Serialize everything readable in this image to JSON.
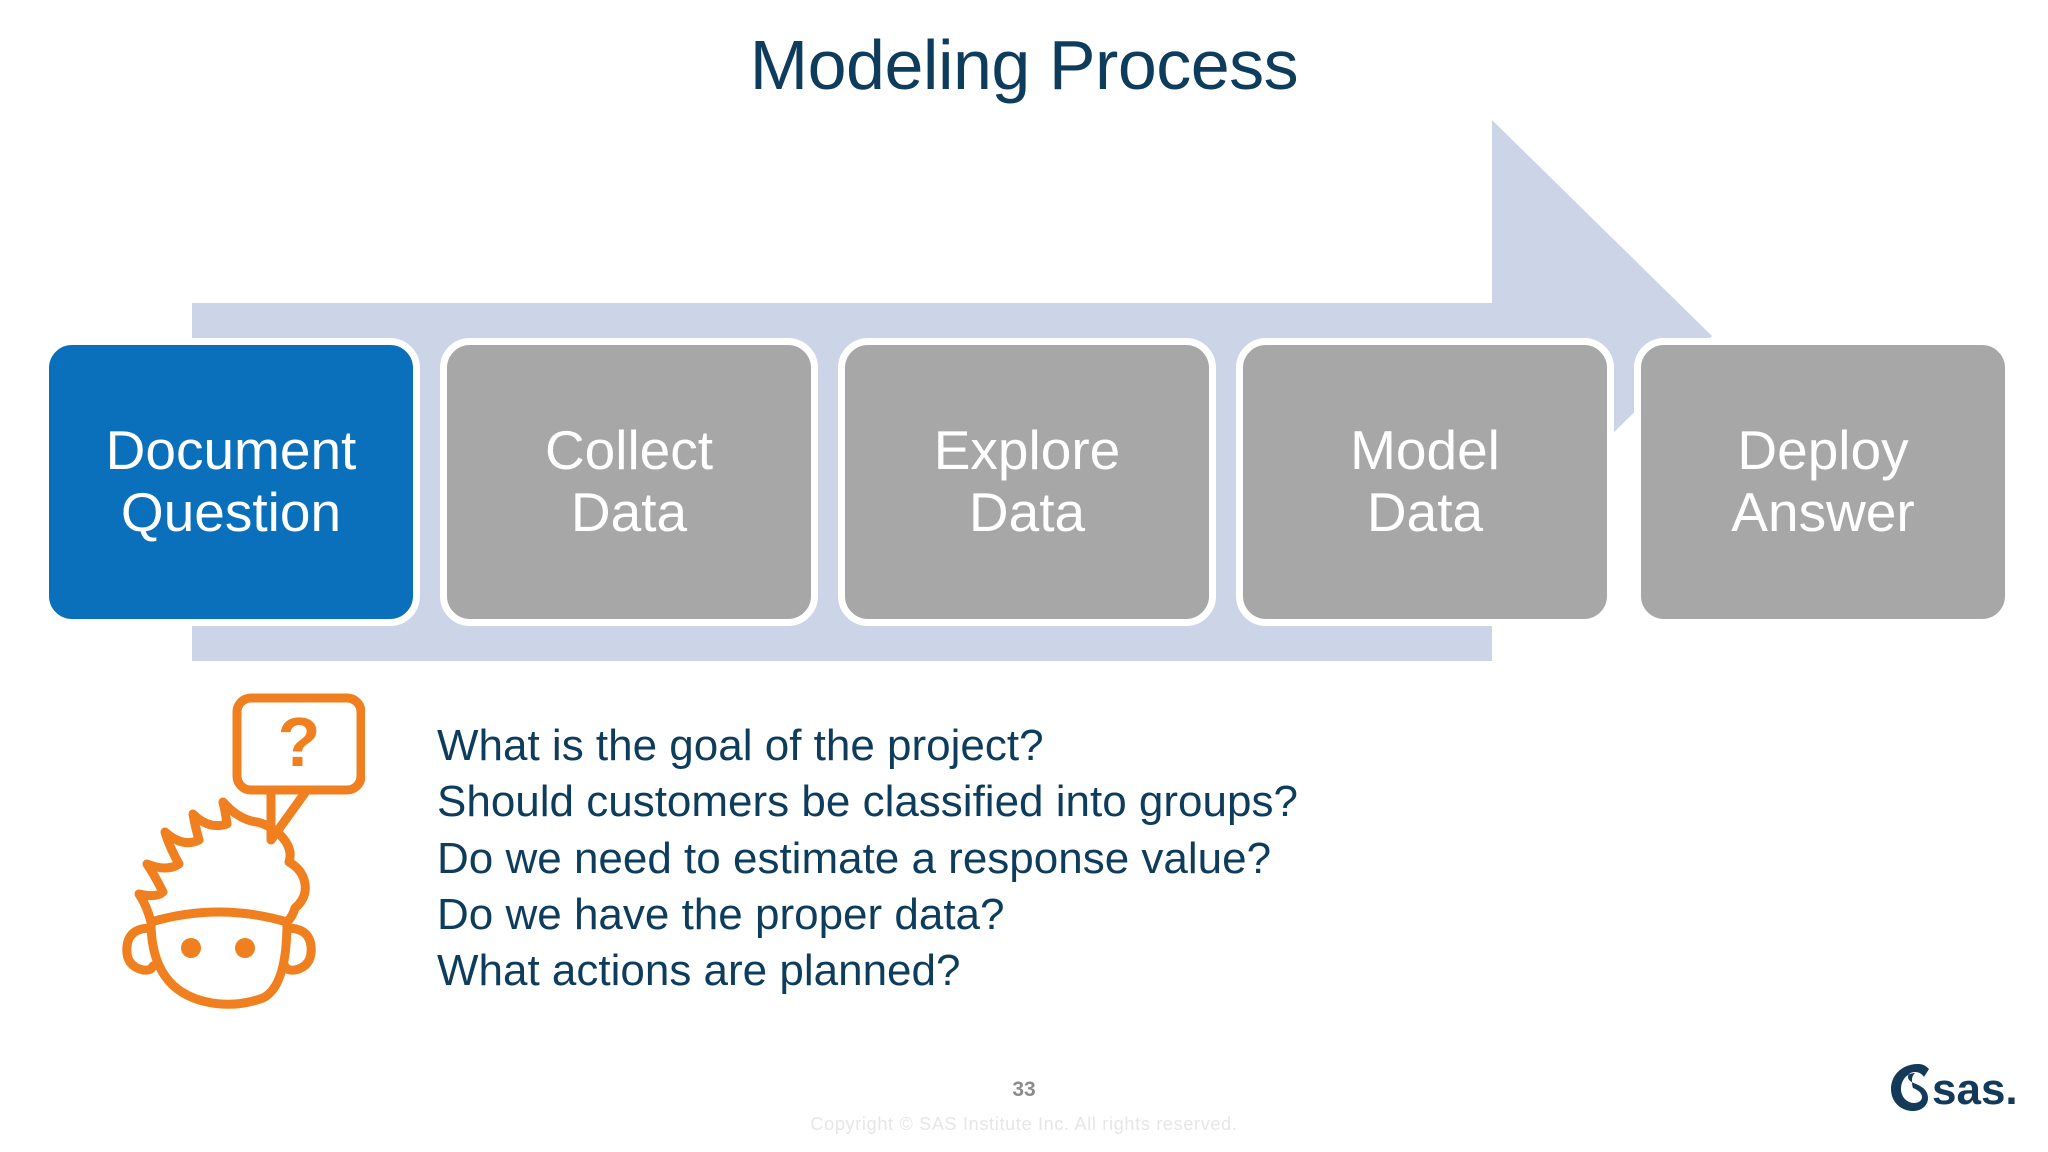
{
  "slide": {
    "title": "Modeling Process",
    "page_number": "33",
    "copyright": "Copyright © SAS Institute Inc. All rights reserved.",
    "logo_text": "sas.",
    "logo_name": "sas-logo"
  },
  "colors": {
    "title_navy": "#0e3c5d",
    "active_blue": "#0a70bc",
    "inactive_grey": "#a7a7a7",
    "arrow_band": "#ccd5e8",
    "icon_orange": "#f07f1f",
    "box_border": "#ffffff",
    "page_number_grey": "#8c8c8c",
    "copyright_grey": "#e6e6e6"
  },
  "process": {
    "name": "modeling-process-arrow",
    "stages": [
      {
        "id": "document-question",
        "line1": "Document",
        "line2": "Question",
        "state": "active",
        "color": "#0a70bc"
      },
      {
        "id": "collect-data",
        "line1": "Collect",
        "line2": "Data",
        "state": "inactive",
        "color": "#a7a7a7"
      },
      {
        "id": "explore-data",
        "line1": "Explore",
        "line2": "Data",
        "state": "inactive",
        "color": "#a7a7a7"
      },
      {
        "id": "model-data",
        "line1": "Model",
        "line2": "Data",
        "state": "inactive",
        "color": "#a7a7a7"
      },
      {
        "id": "deploy-answer",
        "line1": "Deploy",
        "line2": "Answer",
        "state": "inactive",
        "color": "#a7a7a7"
      }
    ]
  },
  "questions": {
    "icon": "person-thinking-question-icon",
    "items": [
      "What is the goal of the project?",
      "Should customers be classified into groups?",
      "Do we need to estimate a response value?",
      "Do we have the proper data?",
      "What actions are planned?"
    ]
  }
}
